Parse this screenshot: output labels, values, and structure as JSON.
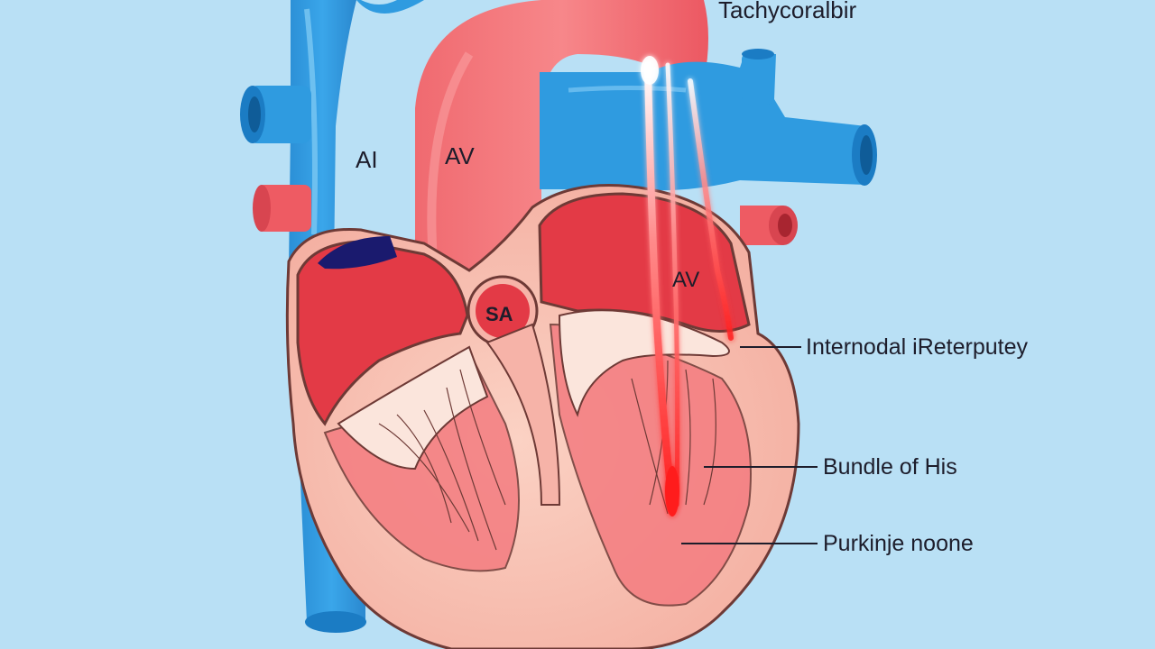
{
  "title": "Tachycoralbir",
  "chamber_labels": {
    "left_vessel": "AI",
    "aorta": "AV",
    "atrioventricular": "AV",
    "sa_node": "SA"
  },
  "callouts": [
    {
      "key": "internodal",
      "text": "Internodal iReterputey"
    },
    {
      "key": "bundle",
      "text": "Bundle of His"
    },
    {
      "key": "purkinje",
      "text": "Purkinje noone"
    }
  ],
  "colors": {
    "background": "#b9e0f5",
    "vein_blue": "#2f9be0",
    "vein_blue_dark": "#1a6fb3",
    "artery_red": "#ee5b63",
    "artery_red_light": "#f47c80",
    "chamber_red": "#e33a46",
    "muscle_pink": "#f6b3a8",
    "muscle_light": "#fbd9cd",
    "outline": "#6e3a36",
    "signal": "#ff2a2a"
  }
}
